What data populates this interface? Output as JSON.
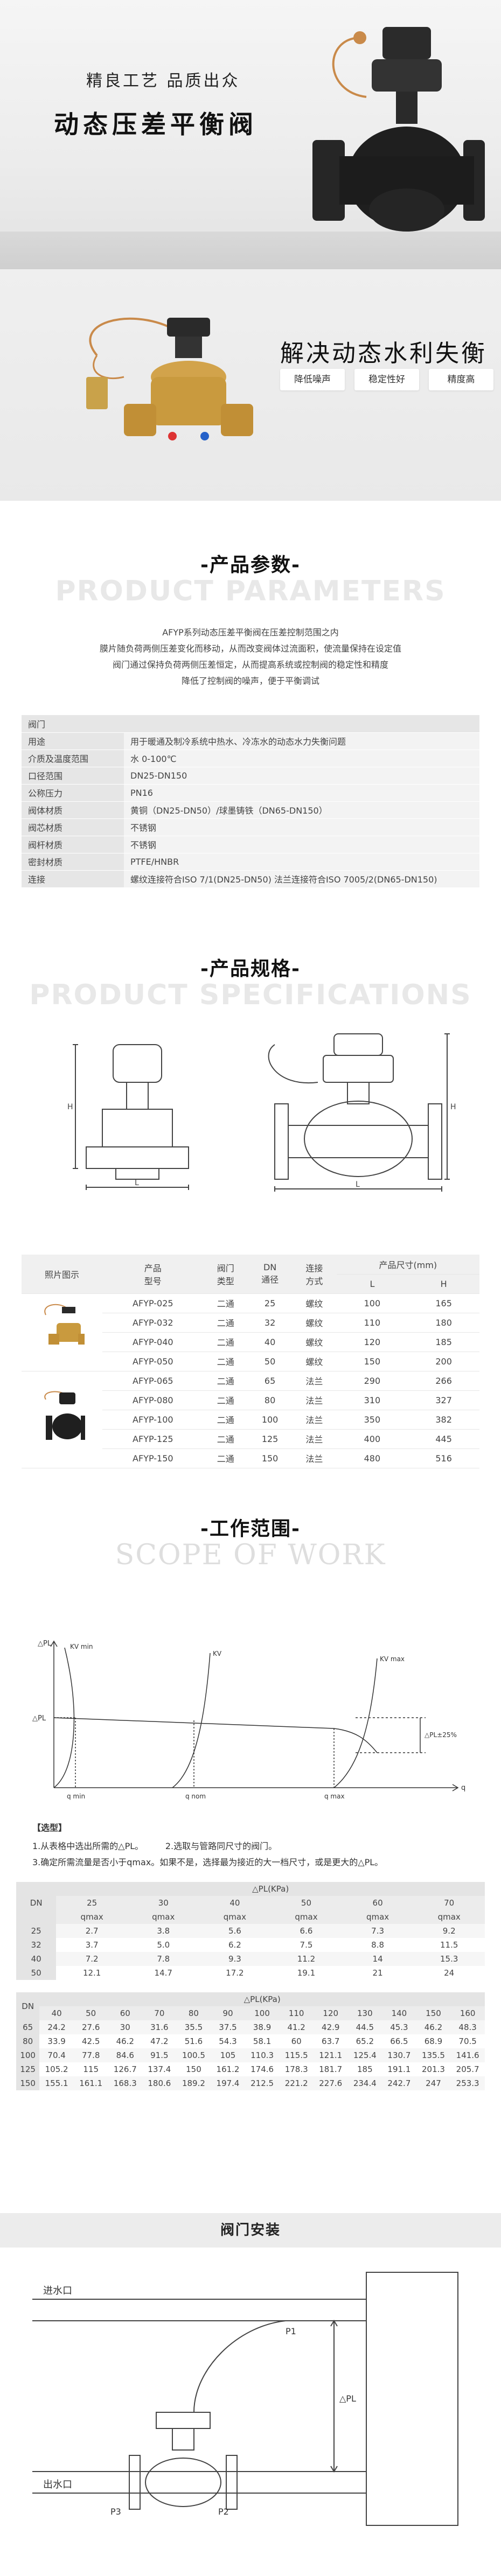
{
  "hero1": {
    "slogan": "精良工艺  品质出众",
    "title": "动态压差平衡阀"
  },
  "hero2": {
    "headline": "解决动态水利失衡",
    "tags": [
      "降低噪声",
      "稳定性好",
      "精度高"
    ]
  },
  "params_section": {
    "title_cn": "-产品参数-",
    "title_en": "PRODUCT PARAMETERS",
    "intro": [
      "AFYP系列动态压差平衡阀在压差控制范围之内",
      "膜片随负荷两侧压差变化而移动，从而改变阀体过流面积，使流量保持在设定值",
      "阀门通过保持负荷两侧压差恒定，从而提高系统或控制阀的稳定性和精度",
      "降低了控制阀的噪声，便于平衡调试"
    ],
    "table_header": "阀门",
    "rows": [
      {
        "k": "用途",
        "v": "用于暖通及制冷系统中热水、冷冻水的动态水力失衡问题"
      },
      {
        "k": "介质及温度范围",
        "v": "水 0-100℃"
      },
      {
        "k": "口径范围",
        "v": "DN25-DN150"
      },
      {
        "k": "公称压力",
        "v": "PN16"
      },
      {
        "k": "阀体材质",
        "v": "黄铜（DN25-DN50）/球墨铸铁（DN65-DN150）"
      },
      {
        "k": "阀芯材质",
        "v": "不锈钢"
      },
      {
        "k": "阀杆材质",
        "v": "不锈钢"
      },
      {
        "k": "密封材质",
        "v": "PTFE/HNBR"
      },
      {
        "k": "连接",
        "v": "螺纹连接符合ISO 7/1(DN25-DN50)  法兰连接符合ISO 7005/2(DN65-DN150)"
      }
    ]
  },
  "spec_section": {
    "title_cn": "-产品规格-",
    "title_en": "PRODUCT SPECIFICATIONS",
    "dim_labels": {
      "h": "H",
      "l": "L"
    },
    "headers": {
      "photo": "照片图示",
      "model": "产品\n型号",
      "channel": "阀门\n类型",
      "dn": "DN\n通径",
      "conn": "连接\n方式",
      "size": "产品尺寸(mm)",
      "l": "L",
      "h": "H"
    },
    "rows": [
      [
        "AFYP-025",
        "二通",
        "25",
        "螺纹",
        "100",
        "165"
      ],
      [
        "AFYP-032",
        "二通",
        "32",
        "螺纹",
        "110",
        "180"
      ],
      [
        "AFYP-040",
        "二通",
        "40",
        "螺纹",
        "120",
        "185"
      ],
      [
        "AFYP-050",
        "二通",
        "50",
        "螺纹",
        "150",
        "200"
      ],
      [
        "AFYP-065",
        "二通",
        "65",
        "法兰",
        "290",
        "266"
      ],
      [
        "AFYP-080",
        "二通",
        "80",
        "法兰",
        "310",
        "327"
      ],
      [
        "AFYP-100",
        "二通",
        "100",
        "法兰",
        "350",
        "382"
      ],
      [
        "AFYP-125",
        "二通",
        "125",
        "法兰",
        "400",
        "445"
      ],
      [
        "AFYP-150",
        "二通",
        "150",
        "法兰",
        "480",
        "516"
      ]
    ]
  },
  "work_section": {
    "title_cn": "-工作范围-",
    "title_en": "SCOPE OF WORK",
    "chart_labels": {
      "y": "△PL",
      "y_mark": "△PL",
      "x": "q",
      "kv1": "KV min",
      "kv2": "KV",
      "kv3": "KV max",
      "q1": "q min",
      "q2": "q nom",
      "q3": "q max",
      "pct": "△PL±25%"
    },
    "selection_title": "【选型】",
    "selection_steps": [
      "1.从表格中选出所需的△PL。        2.选取与管路同尺寸的阀门。",
      "3.确定所需流量是否小于qmax。如果不是，选择最为接近的大一档尺寸，或是更大的△PL。"
    ]
  },
  "flow_table1": {
    "title": "△PL(KPa)",
    "dn_label": "DN",
    "pressures": [
      "25",
      "30",
      "40",
      "50",
      "60",
      "70"
    ],
    "sub": [
      "qmax",
      "qmax",
      "qmax",
      "qmax",
      "qmax",
      "qmax"
    ],
    "rows": [
      [
        "25",
        "2.7",
        "3.8",
        "5.6",
        "6.6",
        "7.3",
        "9.2"
      ],
      [
        "32",
        "3.7",
        "5.0",
        "6.2",
        "7.5",
        "8.8",
        "11.5"
      ],
      [
        "40",
        "7.2",
        "7.8",
        "9.3",
        "11.2",
        "14",
        "15.3"
      ],
      [
        "50",
        "12.1",
        "14.7",
        "17.2",
        "19.1",
        "21",
        "24"
      ]
    ]
  },
  "flow_table2": {
    "title": "△PL(KPa)",
    "dn_label": "DN",
    "pressures": [
      "40",
      "50",
      "60",
      "70",
      "80",
      "90",
      "100",
      "110",
      "120",
      "130",
      "140",
      "150",
      "160"
    ],
    "rows": [
      [
        "65",
        "24.2",
        "27.6",
        "30",
        "31.6",
        "35.5",
        "37.5",
        "38.9",
        "41.2",
        "42.9",
        "44.5",
        "45.3",
        "46.2",
        "48.3"
      ],
      [
        "80",
        "33.9",
        "42.5",
        "46.2",
        "47.2",
        "51.6",
        "54.3",
        "58.1",
        "60",
        "63.7",
        "65.2",
        "66.5",
        "68.9",
        "70.5"
      ],
      [
        "100",
        "70.4",
        "77.8",
        "84.6",
        "91.5",
        "100.5",
        "105",
        "110.3",
        "115.5",
        "121.1",
        "125.4",
        "130.7",
        "135.5",
        "141.6"
      ],
      [
        "125",
        "105.2",
        "115",
        "126.7",
        "137.4",
        "150",
        "161.2",
        "174.6",
        "178.3",
        "181.7",
        "185",
        "191.1",
        "201.3",
        "205.7"
      ],
      [
        "150",
        "155.1",
        "161.1",
        "168.3",
        "180.6",
        "189.2",
        "197.4",
        "212.5",
        "221.2",
        "227.6",
        "234.4",
        "242.7",
        "247",
        "253.3"
      ]
    ]
  },
  "install_section": {
    "title": "阀门安装",
    "inlet": "进水口",
    "outlet": "出水口",
    "p1": "P1",
    "p2": "P2",
    "p3": "P3",
    "dpl": "△PL"
  }
}
